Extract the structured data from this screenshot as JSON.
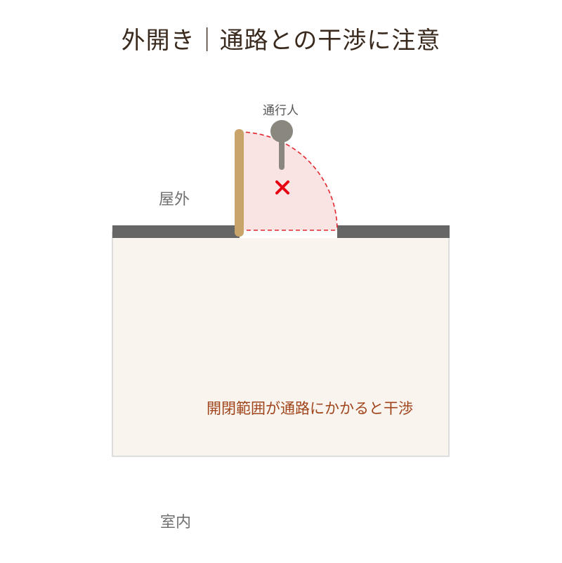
{
  "title": "外開き｜通路との干渉に注意",
  "labels": {
    "outside": "屋外",
    "inside": "室内",
    "passerby": "通行人"
  },
  "note": "開閉範囲が通路にかかると干渉",
  "colors": {
    "title": "#3a2a1e",
    "wall": "#666666",
    "room_fill": "#f9f4ee",
    "room_border": "#dddddd",
    "door": "#c9a46a",
    "swing_fill": "#f8e0e0",
    "swing_line": "#e0282e",
    "person": "#8a877f",
    "cross": "#e60012",
    "note": "#a0441c"
  },
  "icons": {
    "passerby": "person-icon",
    "conflict": "cross-icon"
  }
}
